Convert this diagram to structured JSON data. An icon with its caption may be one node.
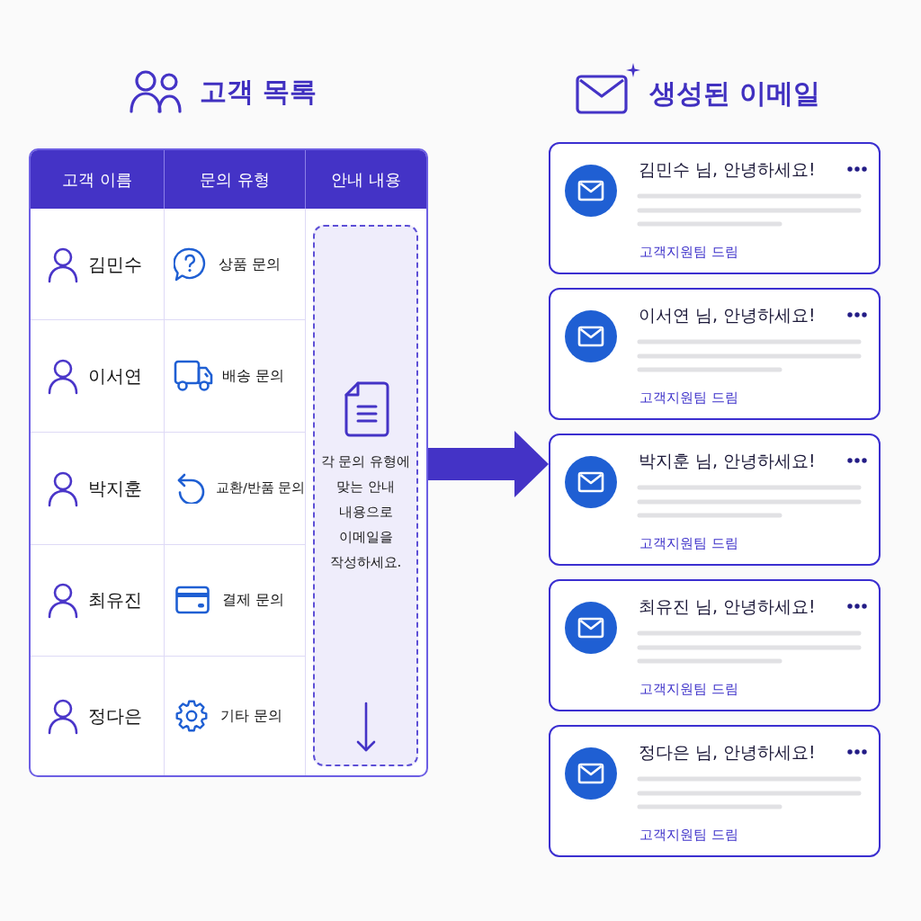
{
  "diagram": {
    "nodes": [
      {
        "text": [
          "고객 목록"
        ]
      },
      {
        "text": [
          "각 문의 유형에 맞는 안내 내용으로 이메일을 작성하세요."
        ],
        "in": 0
      },
      {
        "text": [
          "김민수 님, 안녕하세요!",
          "고객지원팀 드림"
        ]
      },
      {
        "text": [
          "이서연 님, 안녕하세요!",
          "고객지원팀 드림"
        ]
      },
      {
        "text": [
          "박지훈 님, 안녕하세요!",
          "고객지원팀 드림"
        ]
      },
      {
        "text": [
          "최유진 님, 안녕하세요!",
          "고객지원팀 드림"
        ]
      },
      {
        "text": [
          "정다은 님, 안녕하세요!",
          "고객지원팀 드림"
        ]
      }
    ],
    "edges": [
      {
        "from": 0,
        "to": 4,
        "arrow": "to"
      }
    ],
    "labels": [
      "생성된 이메일",
      "고객 이름",
      "문의 유형",
      "안내 내용",
      "김민수",
      "상품 문의",
      "이서연",
      "배송 문의",
      "박지훈",
      "교환/반품 문의",
      "최유진",
      "결제 문의",
      "정다은",
      "기타 문의"
    ]
  }
}
